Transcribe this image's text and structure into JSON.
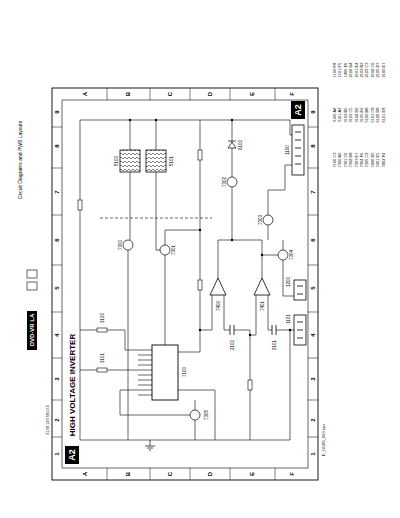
{
  "diagram": {
    "title": "HIGH VOLTAGE INVERTER",
    "nodes": [
      {
        "text": [
          "A2"
        ]
      },
      {
        "text": [
          "A2"
        ]
      },
      {
        "text": [
          "DVD-VR LA"
        ]
      }
    ],
    "labels": [
      "A",
      "B",
      "C",
      "D",
      "E",
      "F",
      "A",
      "B",
      "C",
      "D",
      "E",
      "F",
      "1",
      "2",
      "3",
      "4",
      "5",
      "6",
      "7",
      "8",
      "9",
      "1",
      "2",
      "3",
      "4",
      "5",
      "6",
      "7",
      "8",
      "9",
      "3139 123 5813.5",
      "E_14180_063.eps",
      "Circuit Diagrams and PWB Layouts",
      "7100",
      "5100",
      "5101",
      "7300",
      "7301",
      "7302",
      "7303",
      "7304",
      "7305",
      "7400",
      "7401",
      "1100",
      "1101",
      "1200",
      "6100",
      "3100",
      "3101",
      "2100",
      "2101",
      "1100 F8",
      "1101 F5",
      "1200 F6",
      "2100 D4",
      "2101 E4",
      "2102 B3",
      "2103 C3",
      "2104 C6",
      "2105 D7",
      "2106 E7",
      "3100 A4",
      "3101 A3",
      "3102 B5",
      "3103 C5",
      "3104 D6",
      "3105 E6",
      "5100 B8",
      "5101 C8",
      "6100 D8",
      "6101 E8",
      "7100 C3",
      "7300 B6",
      "7301 C6",
      "7302 D8",
      "7303 E7",
      "7304 F6",
      "7305 C2",
      "7400 D5",
      "7401 E5",
      "7402 F4"
    ]
  }
}
